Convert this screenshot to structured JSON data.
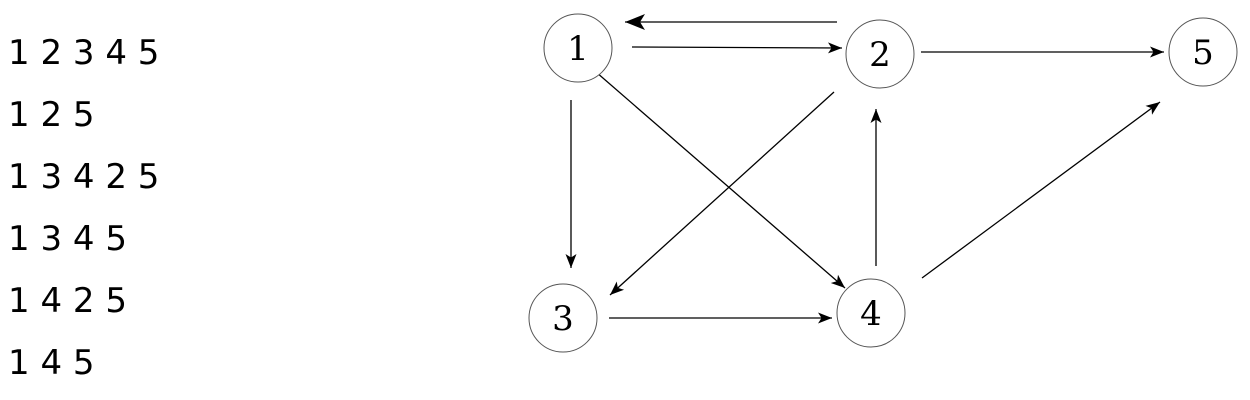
{
  "paths": [
    "1 2 3 4 5",
    "1 2 5",
    "1 3 4 2 5",
    "1 3 4 5",
    "1 4 2 5",
    "1 4 5"
  ],
  "graph": {
    "nodes": [
      {
        "id": "1",
        "label": "1"
      },
      {
        "id": "2",
        "label": "2"
      },
      {
        "id": "3",
        "label": "3"
      },
      {
        "id": "4",
        "label": "4"
      },
      {
        "id": "5",
        "label": "5"
      }
    ],
    "edges": [
      {
        "from": "2",
        "to": "1"
      },
      {
        "from": "1",
        "to": "2"
      },
      {
        "from": "2",
        "to": "5"
      },
      {
        "from": "1",
        "to": "3"
      },
      {
        "from": "1",
        "to": "4"
      },
      {
        "from": "2",
        "to": "3"
      },
      {
        "from": "4",
        "to": "2"
      },
      {
        "from": "3",
        "to": "4"
      },
      {
        "from": "4",
        "to": "5"
      }
    ]
  }
}
